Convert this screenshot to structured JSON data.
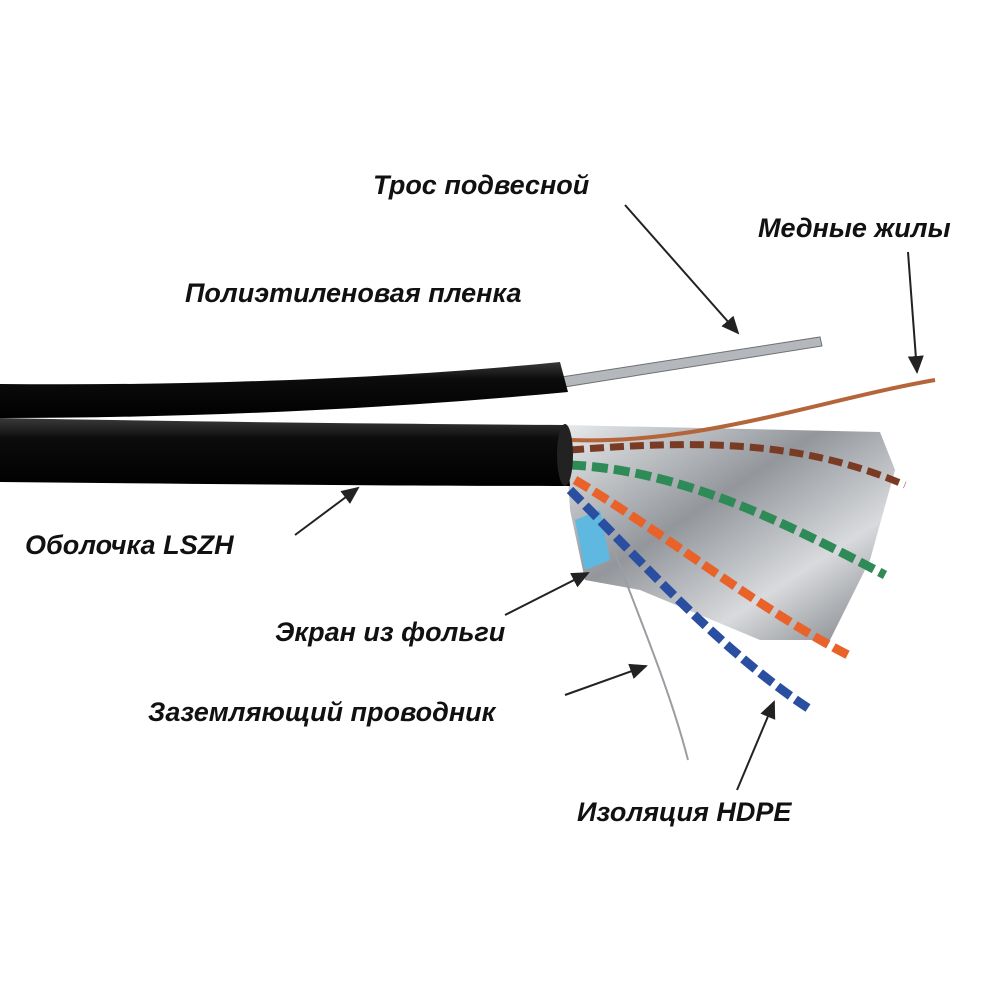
{
  "labels": {
    "suspension_cable": "Трос подвесной",
    "copper_cores": "Медные жилы",
    "polyethylene_film": "Полиэтиленовая пленка",
    "lszh_sheath": "Оболочка LSZH",
    "foil_shield": "Экран из фольги",
    "drain_wire": "Заземляющий проводник",
    "hdpe_insulation": "Изоляция HDPE"
  },
  "colors": {
    "sheath": "#111111",
    "foil": "#c9ccd0",
    "green": "#2e8b57",
    "orange": "#e8622a",
    "blue": "#2b4fa0",
    "brown": "#7a3b25",
    "steel": "#a9adb2"
  }
}
